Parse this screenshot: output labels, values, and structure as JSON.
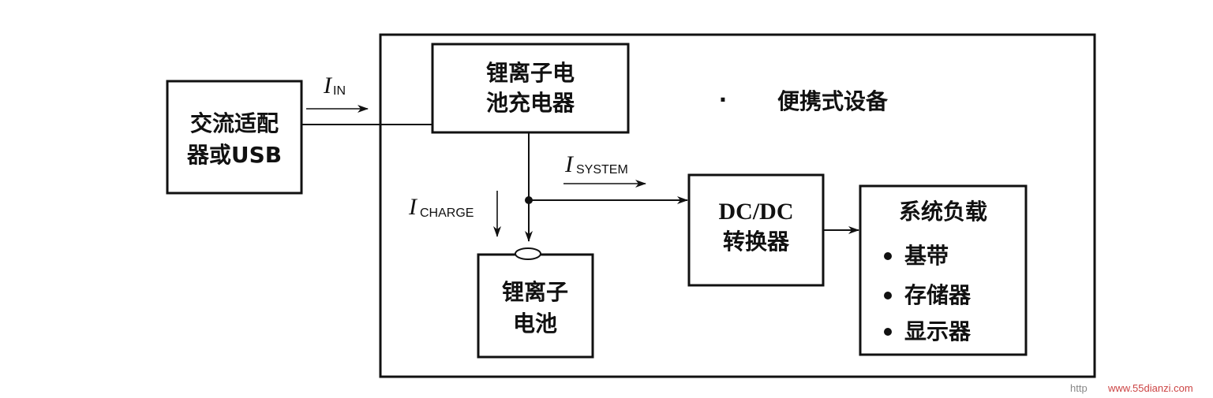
{
  "blocks": {
    "ac_adapter": {
      "line1": "交流适配",
      "line2": "器或USB"
    },
    "charger": {
      "line1": "锂离子电",
      "line2": "池充电器"
    },
    "portable_device": "便携式设备",
    "battery": {
      "line1": "锂离子",
      "line2": "电池"
    },
    "dcdc": {
      "line1": "DC/DC",
      "line2": "转换器"
    },
    "system_load": {
      "title": "系统负载",
      "items": [
        "基带",
        "存储器",
        "显示器"
      ]
    }
  },
  "currents": {
    "in": {
      "symbol": "I",
      "subscript": "IN"
    },
    "system": {
      "symbol": "I",
      "subscript": "SYSTEM"
    },
    "charge": {
      "symbol": "I",
      "subscript": "CHARGE"
    }
  },
  "watermark": {
    "prefix": "http",
    "site": "www.55dianzi.com"
  }
}
